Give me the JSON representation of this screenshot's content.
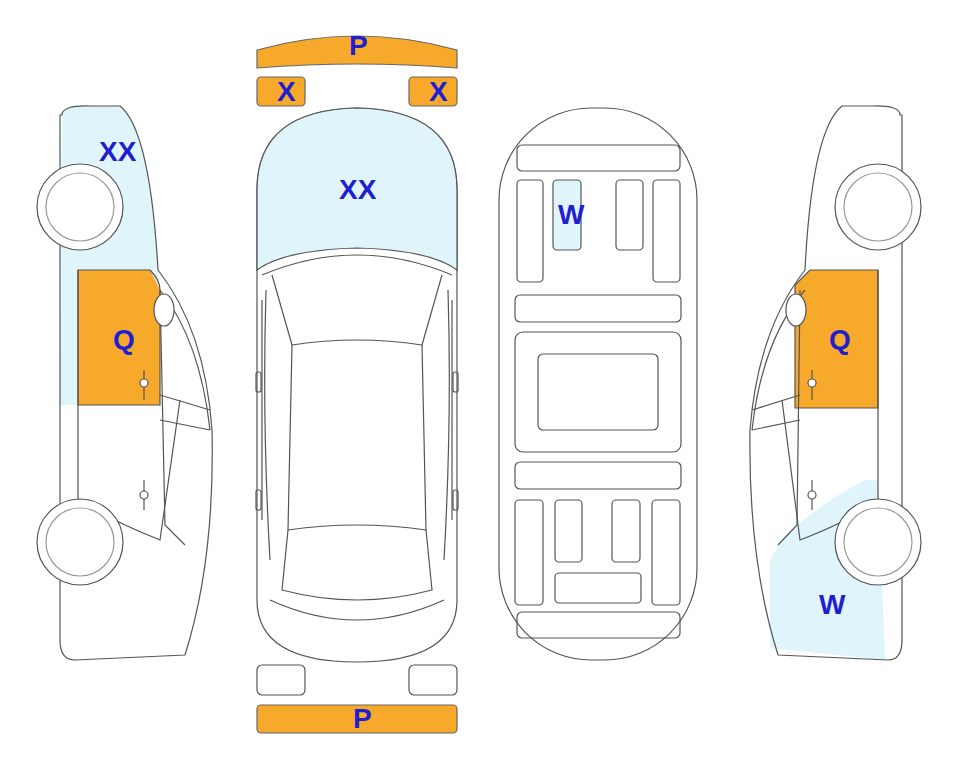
{
  "diagram": {
    "labels": [
      "P",
      "X",
      "X",
      "XX",
      "XX",
      "W",
      "Q",
      "Q",
      "W",
      "P"
    ]
  }
}
